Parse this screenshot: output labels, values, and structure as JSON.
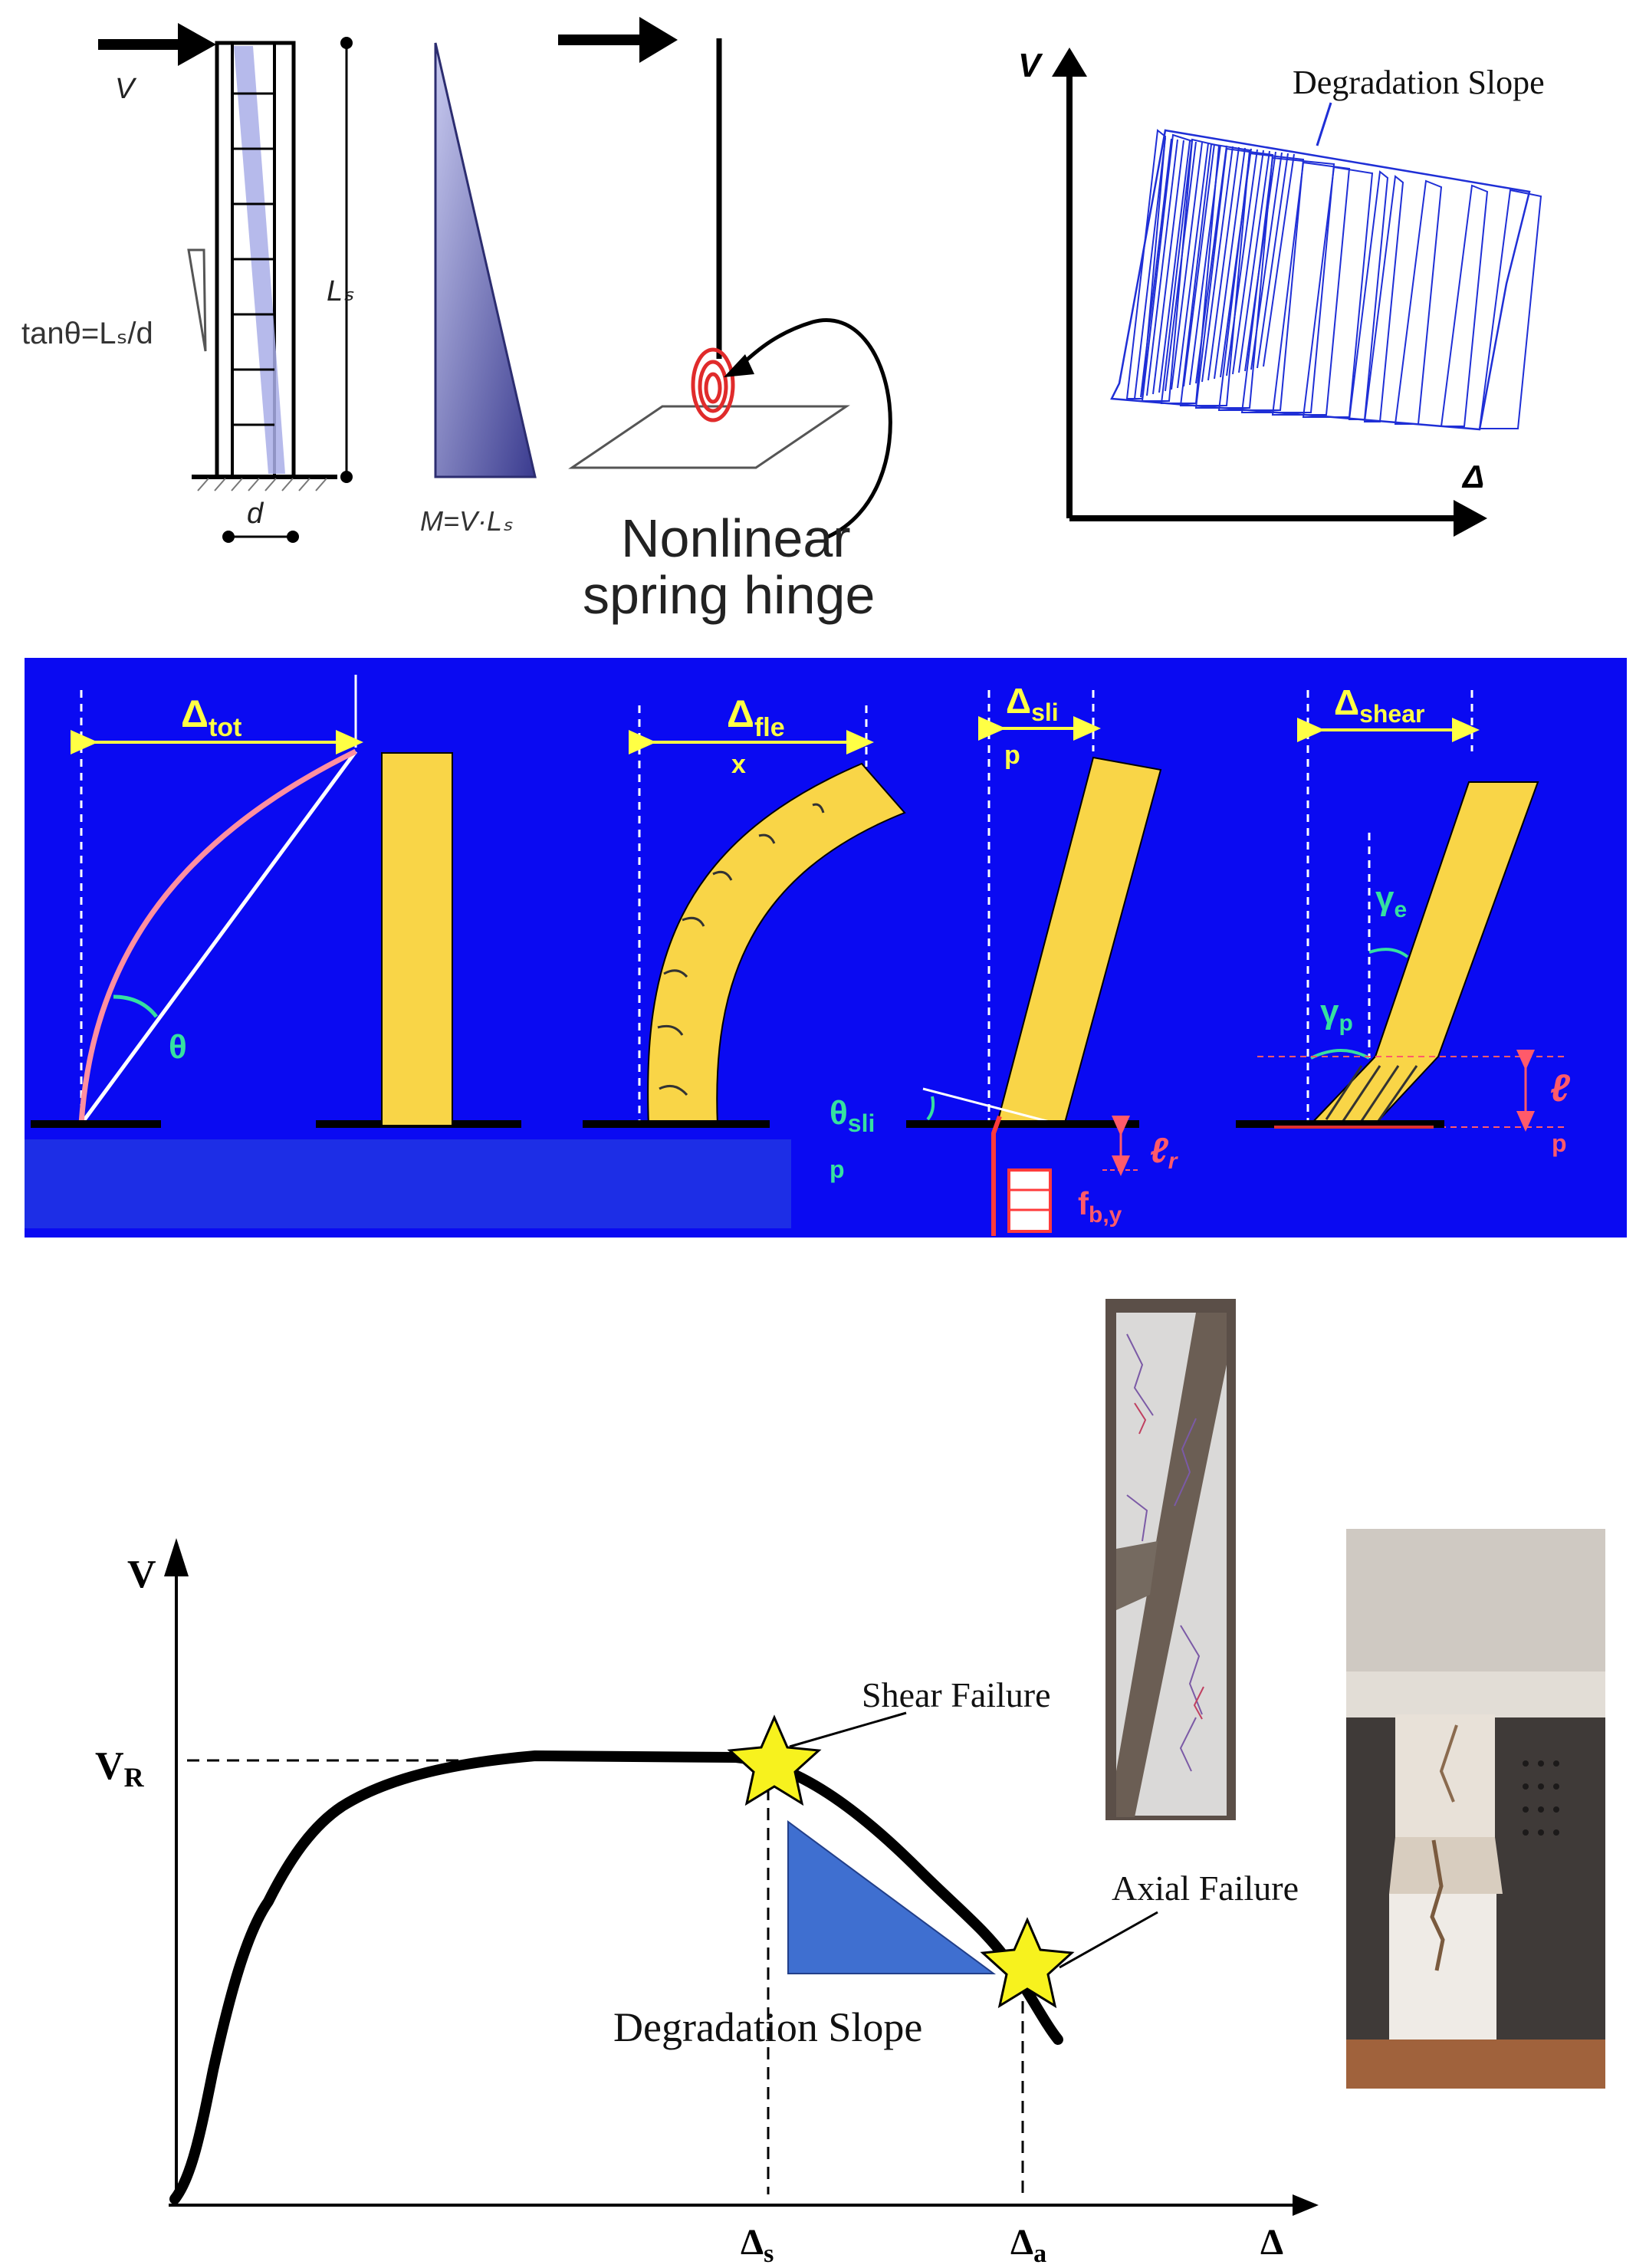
{
  "top_left_schematic": {
    "force_label": "V",
    "tan_label": "tanθ=Lₛ/d",
    "height_label": "Lₛ",
    "width_label": "d",
    "moment_label": "M=V·Lₛ",
    "spring_label_line1": "Nonlinear",
    "spring_label_line2": "spring hinge"
  },
  "hysteresis_plot": {
    "y_axis_label": "V",
    "x_axis_label": "Δ",
    "annotation": "Degradation Slope",
    "line_color": "#1f2fd6"
  },
  "deformation_panel": {
    "background": "#0a0af2",
    "base_band": "#1d2ee6",
    "column_color": "#f9d547",
    "tot": {
      "main": "Δ",
      "sub": "tot",
      "angle": "θ"
    },
    "flexure": {
      "main": "Δ",
      "sub": "fle",
      "below": "x"
    },
    "slip": {
      "main": "Δ",
      "sub": "sli",
      "below": "p",
      "theta_main": "θ",
      "theta_sub": "sli",
      "theta_below": "p",
      "er_main": "ℓ",
      "er_sub": "r",
      "fby_main": "f",
      "fby_sub": "b,y"
    },
    "shear": {
      "main": "Δ",
      "sub": "shear",
      "gamma_e_main": "γ",
      "gamma_e_sub": "e",
      "gamma_p_main": "γ",
      "gamma_p_sub": "p",
      "lp_main": "ℓ",
      "lp_below": "p"
    }
  },
  "backbone_curve": {
    "y_axis_label": "V",
    "vr_main": "V",
    "vr_sub": "R",
    "x_axis_label": "Δ",
    "delta_s_main": "Δ",
    "delta_s_sub": "s",
    "delta_a_main": "Δ",
    "delta_a_sub": "a",
    "shear_failure": "Shear Failure",
    "axial_failure": "Axial Failure",
    "degradation_slope": "Degradation Slope",
    "star_color": "#f7f21e",
    "triangle_color": "#3f6fd0"
  }
}
